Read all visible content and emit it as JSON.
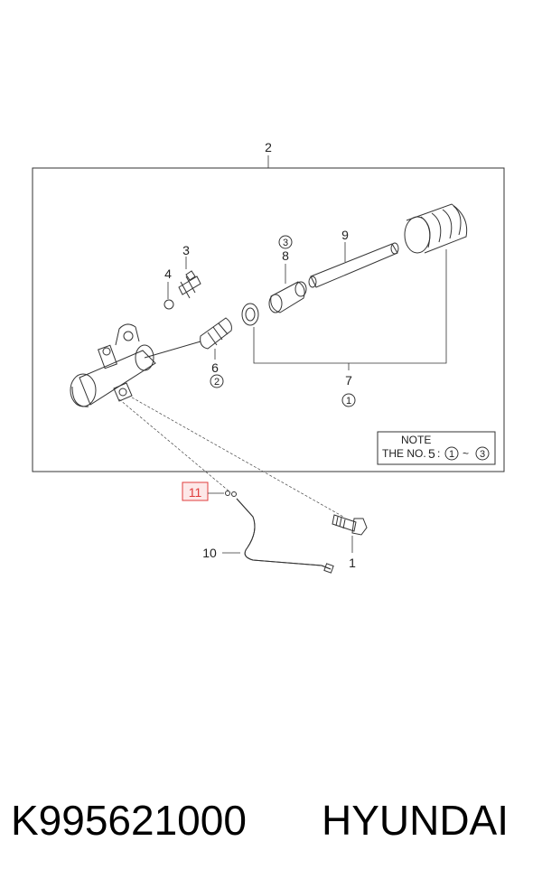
{
  "diagram": {
    "callouts": {
      "c1": "1",
      "c2": "2",
      "c3": "3",
      "c4": "4",
      "c6": "6",
      "c7": "7",
      "c8": "8",
      "c9": "9",
      "c10": "10",
      "c11": "11"
    },
    "circled": {
      "k2": "2",
      "k3": "3",
      "k1": "1"
    },
    "note": {
      "title": "NOTE",
      "prefix": "THE NO.",
      "number": "5",
      "colon": ":",
      "from": "1",
      "tilde": "~",
      "to": "3"
    },
    "highlight_color": "#e03c3c"
  },
  "footer": {
    "part_number": "K995621000",
    "brand": "HYUNDAI"
  }
}
